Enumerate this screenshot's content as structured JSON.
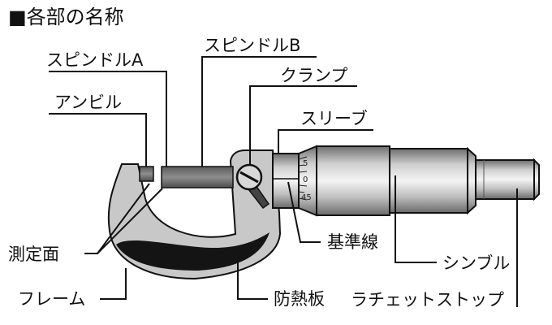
{
  "title": "■各部の名称",
  "labels": {
    "spindle_a": "スピンドルA",
    "spindle_b": "スピンドルB",
    "clamp": "クランプ",
    "anvil": "アンビル",
    "sleeve": "スリーブ",
    "measuring_face": "測定面",
    "frame": "フレーム",
    "heat_shield": "防熱板",
    "reference_line": "基準線",
    "thimble": "シンブル",
    "ratchet_stop": "ラチェットストップ"
  },
  "scale_marks": [
    "5",
    "0",
    "45"
  ],
  "colors": {
    "frame_fill": "#c8c8c8",
    "metal_dark": "#7a7a7a",
    "metal_light": "#eeeeee",
    "heat_shield": "#141414",
    "outline": "#111111"
  }
}
